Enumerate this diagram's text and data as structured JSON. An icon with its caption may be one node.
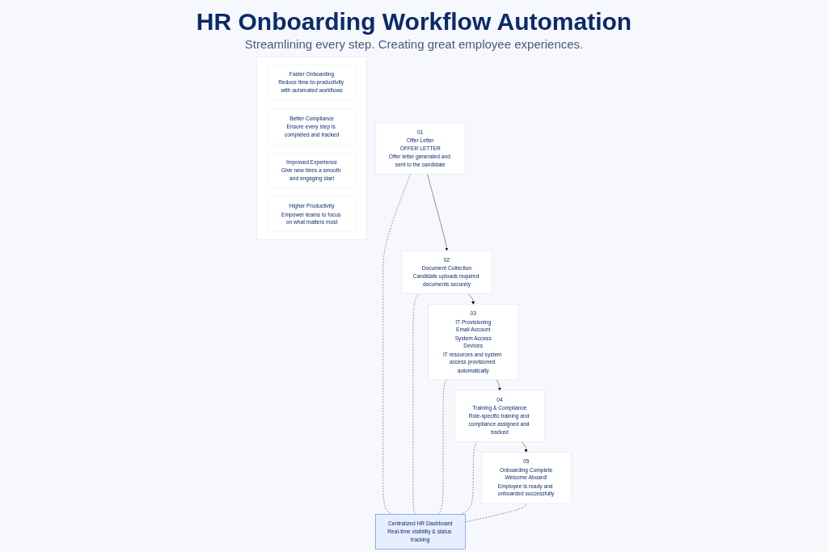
{
  "diagram": {
    "title": "HR Onboarding Workflow Automation",
    "nodes": [
      {
        "text": [
          "01",
          "Offer Letter",
          "OFFER LETTER",
          "Offer letter generated and sent to the candidate"
        ]
      },
      {
        "text": [
          "02",
          "Document Collection",
          "Candidate uploads required documents securely"
        ]
      },
      {
        "text": [
          "03",
          "IT Provisioning",
          "Email Account",
          "System Access",
          "Devices",
          "IT resources and system access provisioned automatically"
        ]
      },
      {
        "text": [
          "04",
          "Training & Compliance",
          "Role-specific training and compliance assigned and tracked"
        ]
      },
      {
        "text": [
          "05",
          "Onboarding Complete",
          "Welcome Aboard!",
          "Employee is ready and onboarded successfully"
        ]
      },
      {
        "text": [
          "Centralized HR Dashboard",
          "Real-time visibility & status tracking"
        ]
      },
      {
        "text": [],
        "shape": "box"
      },
      {
        "text": [
          "Faster Onboarding",
          "Reduce time-to-productivity with automated workflows"
        ],
        "in": 6
      },
      {
        "text": [
          "Better Compliance",
          "Ensure every step is completed and tracked"
        ],
        "in": 6
      },
      {
        "text": [
          "Improved Experience",
          "Give new hires a smooth and engaging start"
        ],
        "in": 6
      },
      {
        "text": [
          "Higher Productivity",
          "Empower teams to focus on what matters most"
        ],
        "in": 6
      }
    ],
    "edges": [
      {
        "from": 0,
        "to": 1,
        "arrow": "to"
      },
      {
        "from": 1,
        "to": 2,
        "arrow": "to"
      },
      {
        "from": 2,
        "to": 3,
        "arrow": "to"
      },
      {
        "from": 3,
        "to": 4,
        "arrow": "to"
      },
      {
        "from": 0,
        "to": 5,
        "arrow": "none",
        "style": "dashed"
      },
      {
        "from": 1,
        "to": 5,
        "arrow": "none",
        "style": "dashed"
      },
      {
        "from": 2,
        "to": 5,
        "arrow": "none",
        "style": "dashed"
      },
      {
        "from": 3,
        "to": 5,
        "arrow": "none",
        "style": "dashed"
      },
      {
        "from": 4,
        "to": 5,
        "arrow": "none",
        "style": "dashed"
      }
    ],
    "labels": [
      "Streamlining every step. Creating great employee experiences."
    ]
  }
}
